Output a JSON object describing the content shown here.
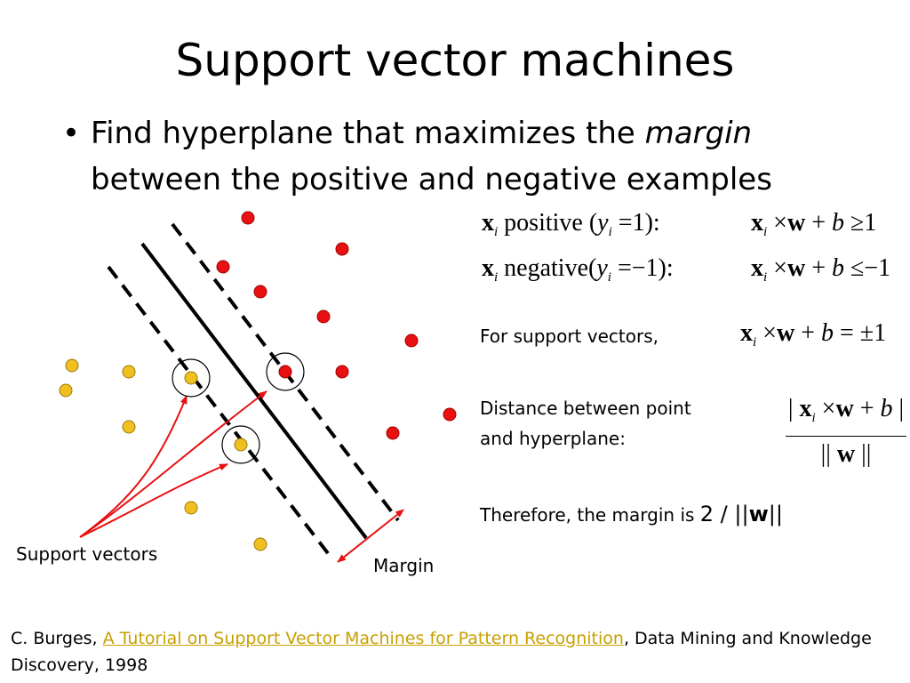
{
  "title": "Support vector machines",
  "bullet": {
    "text_before": "Find hyperplane that maximizes the ",
    "emphasis": "margin",
    "text_after": "between the positive and negative examples"
  },
  "equations": {
    "positive": {
      "x": "x",
      "i": "i",
      "label": " positive (",
      "y": "y",
      "cond": " =1):",
      "lhs": "x",
      "lhs_i": "i",
      "op": " ×",
      "w": "w",
      "plus": " + ",
      "b": "b",
      "rel": " ≥1"
    },
    "negative": {
      "x": "x",
      "i": "i",
      "label": " negative(",
      "y": "y",
      "cond": " =−1):",
      "lhs": "x",
      "lhs_i": "i",
      "op": " ×",
      "w": "w",
      "plus": " + ",
      "b": "b",
      "rel": " ≤−1"
    },
    "support": {
      "text": "For support vectors,",
      "lhs": "x",
      "lhs_i": "i",
      "op": " ×",
      "w": "w",
      "plus": " + ",
      "b": "b",
      "rel": " = ±1"
    },
    "distance": {
      "text_line1": "Distance between point",
      "text_line2": "and hyperplane:",
      "num_open": "| ",
      "x": "x",
      "i": "i",
      "op": " ×",
      "w": "w",
      "plus": " + ",
      "b": "b",
      "num_close": " |",
      "den_open": "|| ",
      "den_w": "w",
      "den_close": " ||"
    },
    "margin": {
      "text": "Therefore, the margin is",
      "value": "2 / ||",
      "value_w": "w",
      "value_close": "||"
    }
  },
  "diagram": {
    "support_label": "Support vectors",
    "margin_label": "Margin",
    "colors": {
      "positive": "#e81010",
      "negative": "#f0c020",
      "arrow": "#e81010",
      "line": "#000000"
    }
  },
  "citation": {
    "prefix": "C. Burges, ",
    "link": "A Tutorial on Support Vector Machines for Pattern Recognition",
    "suffix": ",  Data Mining and Knowledge Discovery, 1998"
  }
}
